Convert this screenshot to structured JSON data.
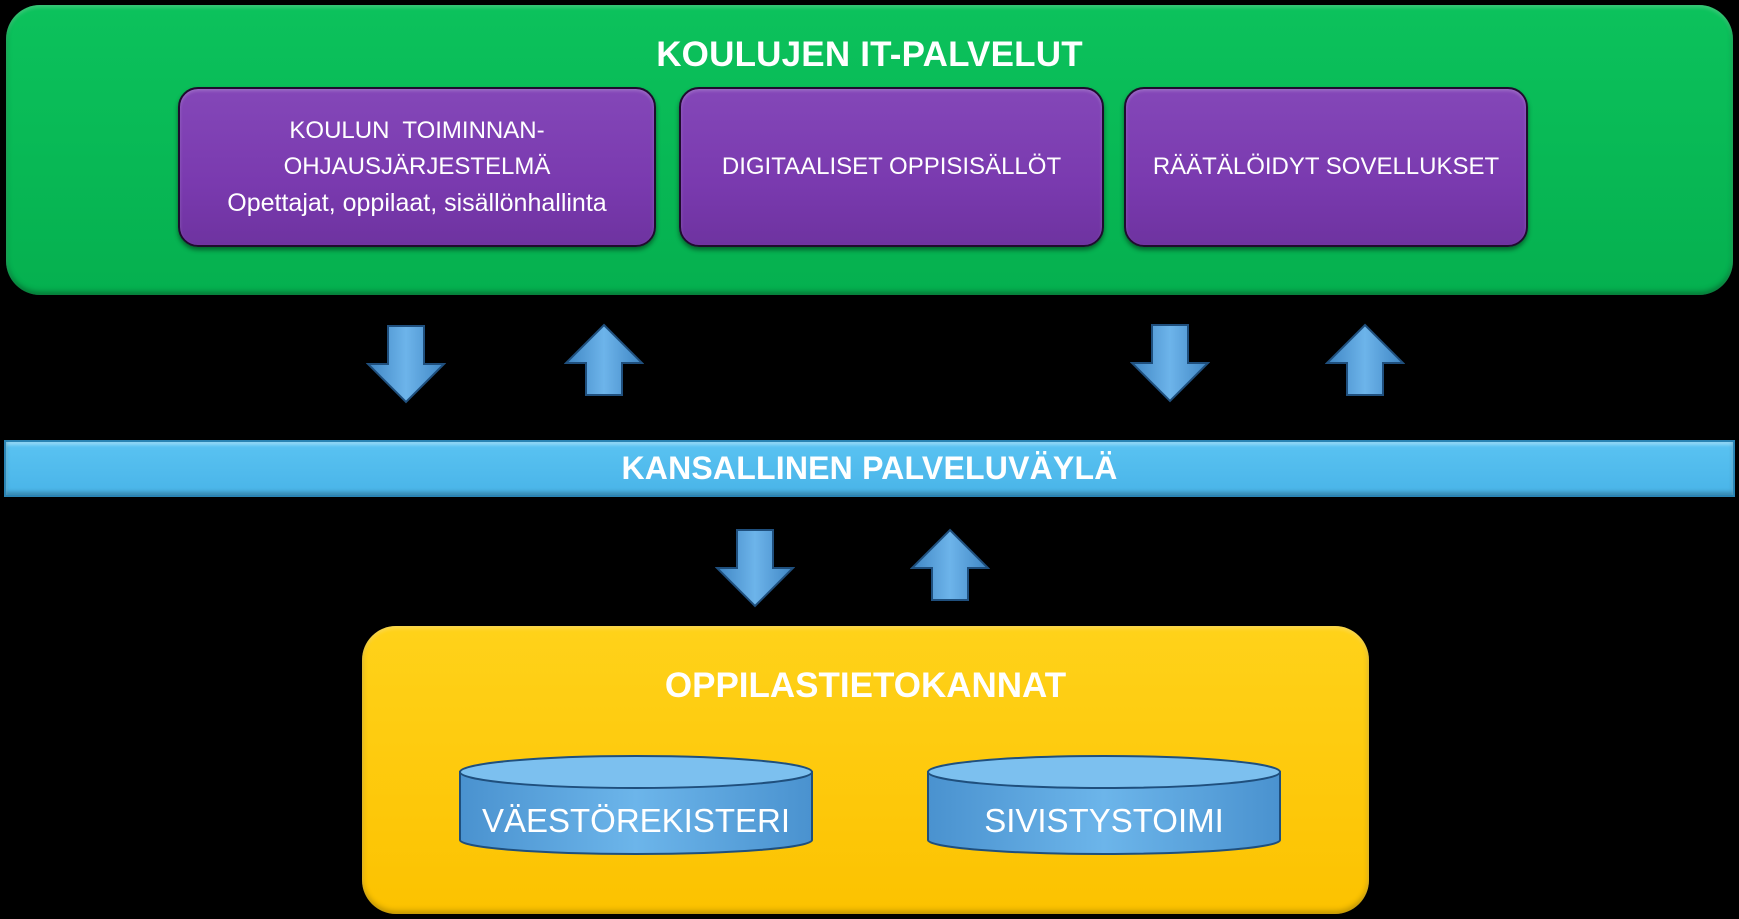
{
  "top": {
    "title": "KOULUJEN IT-PALVELUT",
    "color": "#05b04f",
    "boxes": [
      {
        "lines": [
          "KOULUN  TOIMINNAN-",
          "OHJAUSJÄRJESTELMÄ",
          "Opettajat, oppilaat, sisällönhallinta"
        ]
      },
      {
        "lines": [
          "DIGITAALISET OPPISISÄLLÖT"
        ]
      },
      {
        "lines": [
          "RÄÄTÄLÖIDYT SOVELLUKSET"
        ]
      }
    ],
    "box_color": "#7a3aaf"
  },
  "bus": {
    "label": "KANSALLINEN PALVELUVÄYLÄ",
    "color": "#4fb9ec"
  },
  "bottom": {
    "title": "OPPILASTIETOKANNAT",
    "color": "#fcc200",
    "databases": [
      {
        "label": "VÄESTÖREKISTERI"
      },
      {
        "label": "SIVISTYSTOIMI"
      }
    ],
    "db_color": "#5ca6de"
  },
  "arrows": {
    "color": "#5ba3dd",
    "upper": [
      "down",
      "up",
      "down",
      "up"
    ],
    "lower": [
      "down",
      "up"
    ]
  }
}
